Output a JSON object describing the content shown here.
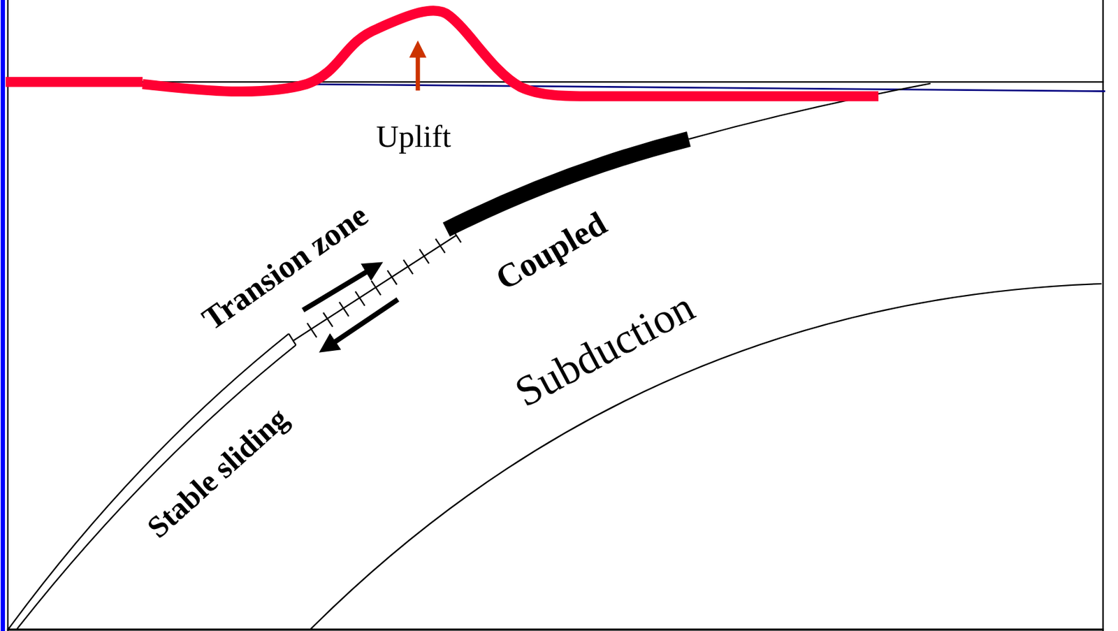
{
  "diagram": {
    "labels": [
      "Uplift",
      "Transion zone",
      "Coupled",
      "Stable sliding",
      "Subduction"
    ]
  }
}
